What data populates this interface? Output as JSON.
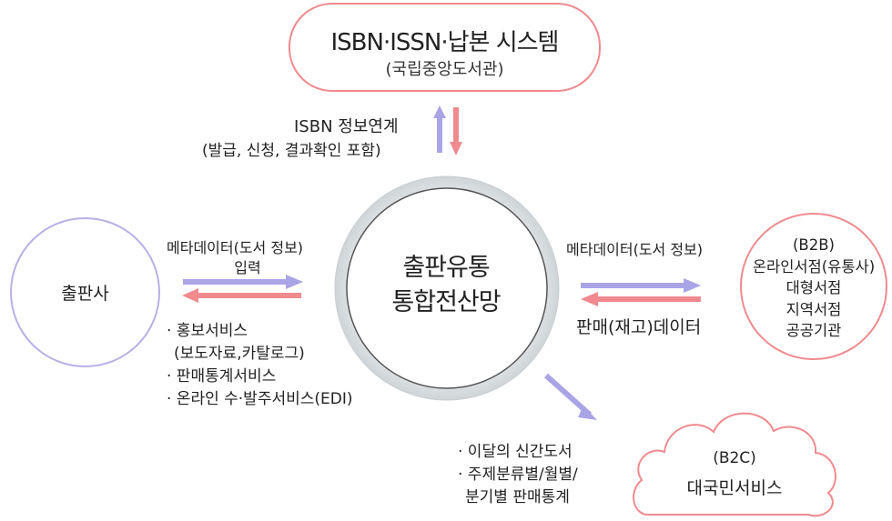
{
  "top_system": {
    "title": "ISBN·ISSN·납본 시스템",
    "subtitle": "(국립중앙도서관)"
  },
  "isbn_link": {
    "label": "ISBN 정보연계",
    "detail": "(발급, 신청, 결과확인 포함)"
  },
  "hub": {
    "line1": "출판유통",
    "line2": "통합전산망"
  },
  "publisher": {
    "label": "출판사",
    "metadata_label": "메타데이터(도서 정보)",
    "input_label": "입력",
    "services": [
      "· 홍보서비스",
      "  (보도자료,카탈로그)",
      "· 판매통계서비스",
      "· 온라인 수·발주서비스(EDI)"
    ]
  },
  "b2b": {
    "metadata_label": "메타데이터(도서 정보)",
    "sales_label": "판매(재고)데이터",
    "lines": [
      "(B2B)",
      "온라인서점(유통사)",
      "대형서점",
      "지역서점",
      "공공기관"
    ]
  },
  "b2c": {
    "tag": "(B2C)",
    "label": "대국민서비스",
    "items": [
      "· 이달의 신간도서",
      "· 주제분류별/월별/",
      "  분기별 판매통계"
    ]
  },
  "colors": {
    "purple": "#a9a4e6",
    "red": "#f08a8f",
    "hub_ring": "#d4d8db",
    "hub_border": "#555555"
  }
}
